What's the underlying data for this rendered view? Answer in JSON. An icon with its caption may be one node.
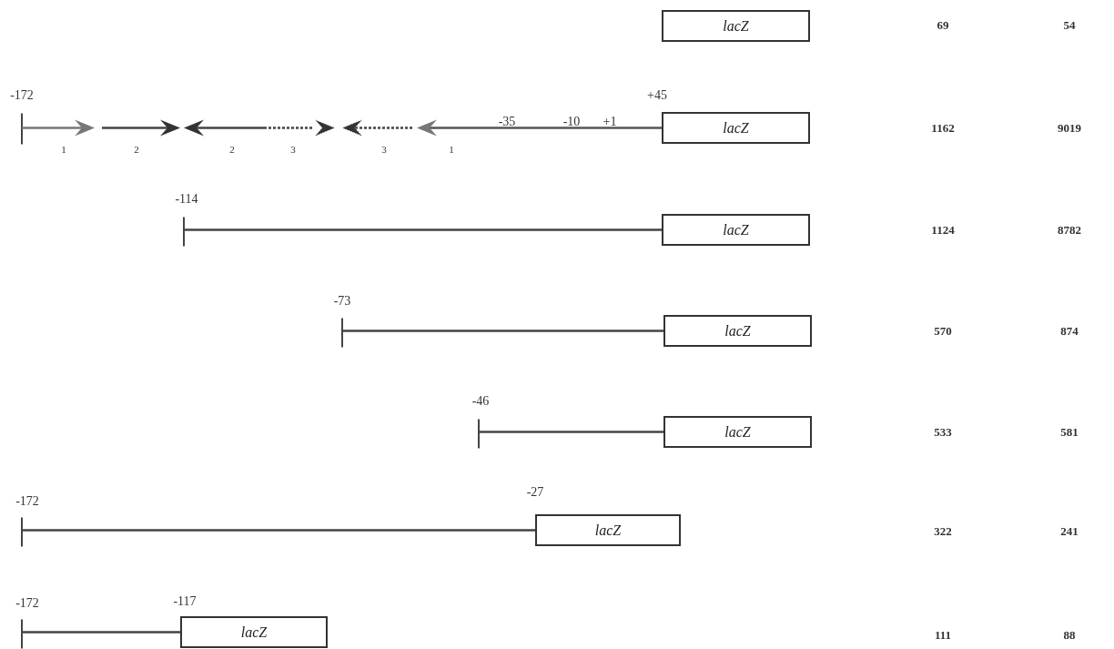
{
  "diagram": {
    "nodes": [
      {
        "text": [
          "lacZ"
        ]
      },
      {
        "text": [
          "lacZ"
        ]
      },
      {
        "text": [
          "lacZ"
        ]
      },
      {
        "text": [
          "lacZ"
        ]
      },
      {
        "text": [
          "lacZ"
        ]
      },
      {
        "text": [
          "lacZ"
        ]
      },
      {
        "text": [
          "lacZ"
        ]
      }
    ],
    "labels": [
      "69",
      "54",
      "-172",
      "+45",
      "-35",
      "-10",
      "+1",
      "1",
      "2",
      "2",
      "3",
      "3",
      "1",
      "1162",
      "9019",
      "-114",
      "1124",
      "8782",
      "-73",
      "570",
      "874",
      "-46",
      "533",
      "581",
      "-172",
      "-27",
      "322",
      "241",
      "-172",
      "-117",
      "111",
      "88"
    ]
  }
}
